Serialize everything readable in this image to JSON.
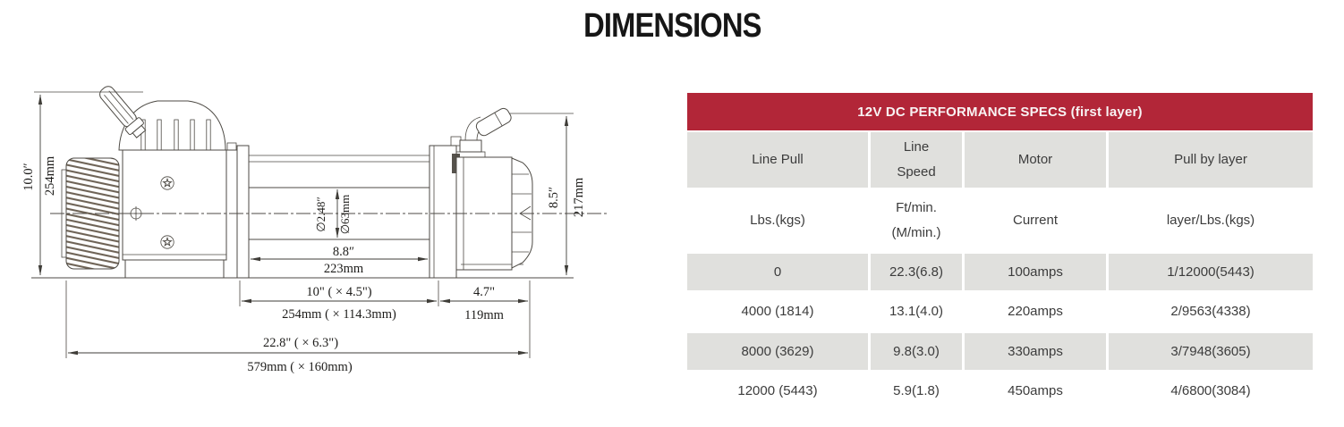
{
  "title": "DIMENSIONS",
  "drawing": {
    "dims": {
      "height_in": "10.0″",
      "height_mm": "254mm",
      "drum_dia_in": "∅2.48″",
      "drum_dia_mm": "∅63mm",
      "drum_len_in": "8.8″",
      "drum_len_mm": "223mm",
      "motor_height_in": "8.5″",
      "motor_height_mm": "217mm",
      "bolt_in": "10\" ( × 4.5\")",
      "bolt_mm": "254mm ( × 114.3mm)",
      "right_in": "4.7\"",
      "right_mm": "119mm",
      "overall_in": "22.8\" ( × 6.3\")",
      "overall_mm": "579mm ( × 160mm)"
    }
  },
  "table": {
    "title": "12V DC PERFORMANCE SPECS (first layer)",
    "header_color": "#b22638",
    "band_color": "#e0e0dd",
    "columns": [
      "Line Pull",
      "Line\nSpeed",
      "Motor",
      "Pull by layer"
    ],
    "units": [
      "Lbs.(kgs)",
      "Ft/min.\n(M/min.)",
      "Current",
      "layer/Lbs.(kgs)"
    ],
    "rows": [
      [
        "0",
        "22.3(6.8)",
        "100amps",
        "1/12000(5443)"
      ],
      [
        "4000 (1814)",
        "13.1(4.0)",
        "220amps",
        "2/9563(4338)"
      ],
      [
        "8000 (3629)",
        "9.8(3.0)",
        "330amps",
        "3/7948(3605)"
      ],
      [
        "12000 (5443)",
        "5.9(1.8)",
        "450amps",
        "4/6800(3084)"
      ]
    ]
  }
}
